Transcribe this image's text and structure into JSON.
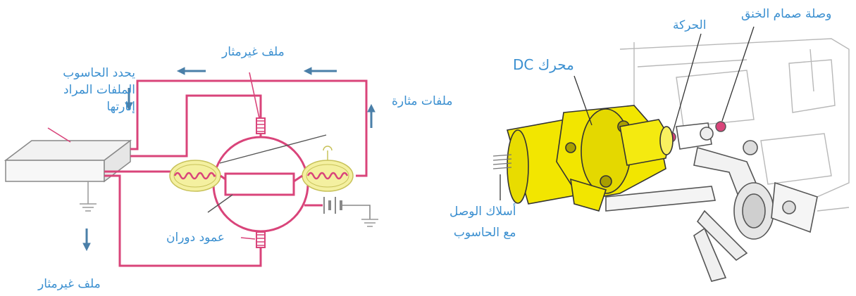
{
  "left_diagram": {
    "computer_label_lines": [
      "يحدد الحاسوب",
      "الملفات المراد",
      "إثارتها"
    ],
    "top_coil_label": "ملف غيرمثار",
    "excited_coils_label": "ملفات مثارة",
    "shaft_label": "عمود دوران",
    "bottom_coil_label": "ملف غيرمثار"
  },
  "right_diagram": {
    "throttle_link_label": "وصلة صمام الخنق",
    "motion_label": "الحركة",
    "dc_motor_label": "محرك DC",
    "wires_label_lines": [
      "أسلاك الوصل",
      "مع الحاسوب"
    ]
  },
  "colors": {
    "label_blue": "#3a8fd0",
    "circuit_pink": "#d9447a",
    "coil_highlight": "#f4f0a0",
    "motor_yellow": "#f2e600",
    "arrow_blue": "#4a7fa8"
  }
}
